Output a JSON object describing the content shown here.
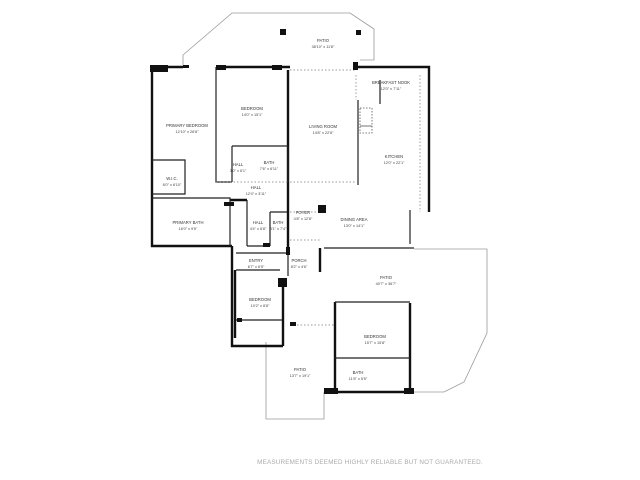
{
  "rooms": {
    "patio_top": {
      "name": "PATIO",
      "dims": "38'10\" x 11'8\""
    },
    "primary_bedroom": {
      "name": "PRIMARY BEDROOM",
      "dims": "12'10\" x 26'8\""
    },
    "bedroom_1": {
      "name": "BEDROOM",
      "dims": "14'0\" x 15'1\""
    },
    "living_room": {
      "name": "LIVING ROOM",
      "dims": "14'8\" x 22'6\""
    },
    "breakfast_nook": {
      "name": "BREAKFAST NOOK",
      "dims": "12'0\" x 7'11\""
    },
    "kitchen": {
      "name": "KITCHEN",
      "dims": "12'0\" x 22'1\""
    },
    "hall_1": {
      "name": "HALL",
      "dims": "3'0\" x 6'1\""
    },
    "bath_1": {
      "name": "BATH",
      "dims": "7'6\" x 6'11\""
    },
    "wic": {
      "name": "W.I.C.",
      "dims": "8'0\" x 6'10\""
    },
    "hall_2": {
      "name": "HALL",
      "dims": "12'4\" x 3'11\""
    },
    "primary_bath": {
      "name": "PRIMARY BATH",
      "dims": "16'0\" x 9'5\""
    },
    "hall_3": {
      "name": "HALL",
      "dims": "4'4\" x 6'8\""
    },
    "bath_2": {
      "name": "BATH",
      "dims": "3'1\" x 7'4\""
    },
    "foyer": {
      "name": "FOYER",
      "dims": "4'8\" x 12'8\""
    },
    "dining_area": {
      "name": "DINING AREA",
      "dims": "13'0\" x 14'1\""
    },
    "entry": {
      "name": "ENTRY",
      "dims": "6'7\" x 6'5\""
    },
    "porch": {
      "name": "PORCH",
      "dims": "8'2\" x 4'6\""
    },
    "patio_right": {
      "name": "PATIO",
      "dims": "40'7\" x 36'7\""
    },
    "bedroom_2": {
      "name": "BEDROOM",
      "dims": "10'2\" x 8'8\""
    },
    "bedroom_3": {
      "name": "BEDROOM",
      "dims": "15'7\" x 15'8\""
    },
    "patio_bottom": {
      "name": "PATIO",
      "dims": "13'7\" x 19'1\""
    },
    "bath_3": {
      "name": "BATH",
      "dims": "11'6\" x 5'5\""
    }
  },
  "disclaimer": "MEASUREMENTS DEEMED HIGHLY RELIABLE BUT NOT GUARANTEED."
}
